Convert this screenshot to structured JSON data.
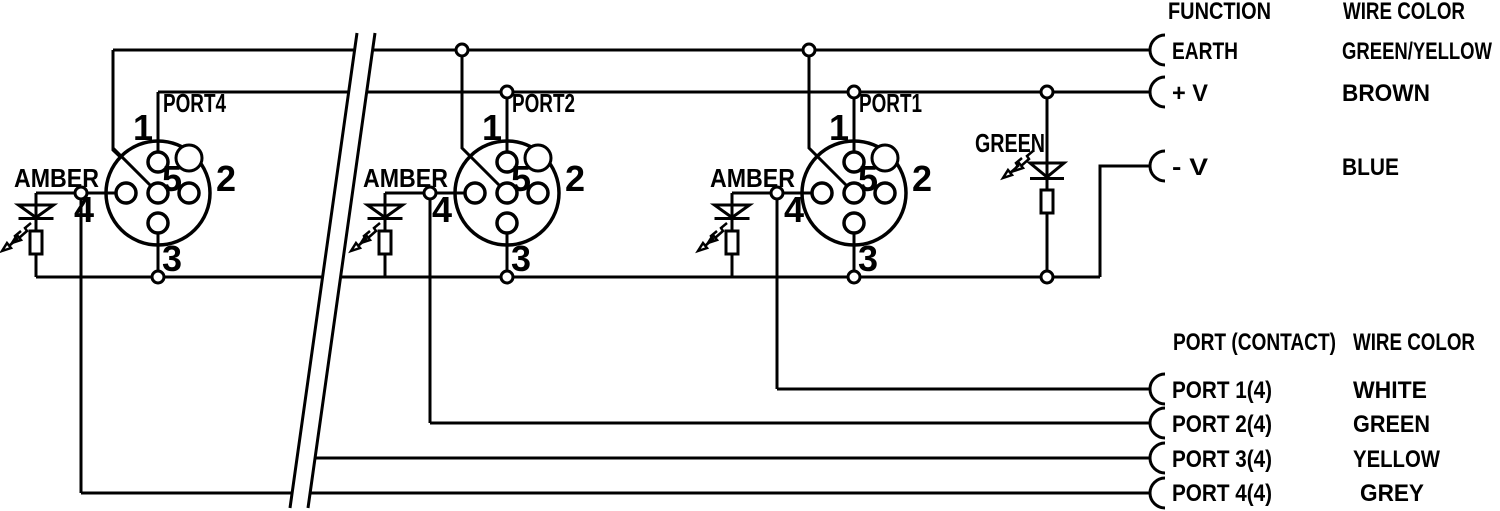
{
  "colors": {
    "ink": "#000000",
    "background": "#ffffff"
  },
  "diagram": {
    "ports": [
      {
        "label": "PORT4",
        "led_label": "AMBER",
        "pins": [
          "1",
          "2",
          "3",
          "4",
          "5"
        ]
      },
      {
        "label": "PORT2",
        "led_label": "AMBER",
        "pins": [
          "1",
          "2",
          "3",
          "4",
          "5"
        ]
      },
      {
        "label": "PORT1",
        "led_label": "AMBER",
        "pins": [
          "1",
          "2",
          "3",
          "4",
          "5"
        ]
      }
    ],
    "power_led_label": "GREEN",
    "function_table": {
      "function_header": "FUNCTION",
      "wire_color_header": "WIRE COLOR",
      "rows": [
        {
          "function": "EARTH",
          "wire_color": "GREEN/YELLOW"
        },
        {
          "function": "+ V",
          "wire_color": "BROWN"
        },
        {
          "function": "- V",
          "wire_color": "BLUE"
        }
      ]
    },
    "port_table": {
      "port_header": "PORT (CONTACT)",
      "wire_color_header": "WIRE COLOR",
      "rows": [
        {
          "port": "PORT 1(4)",
          "wire_color": "WHITE"
        },
        {
          "port": "PORT 2(4)",
          "wire_color": "GREEN"
        },
        {
          "port": "PORT 3(4)",
          "wire_color": "YELLOW"
        },
        {
          "port": "PORT 4(4)",
          "wire_color": "GREY"
        }
      ]
    }
  }
}
